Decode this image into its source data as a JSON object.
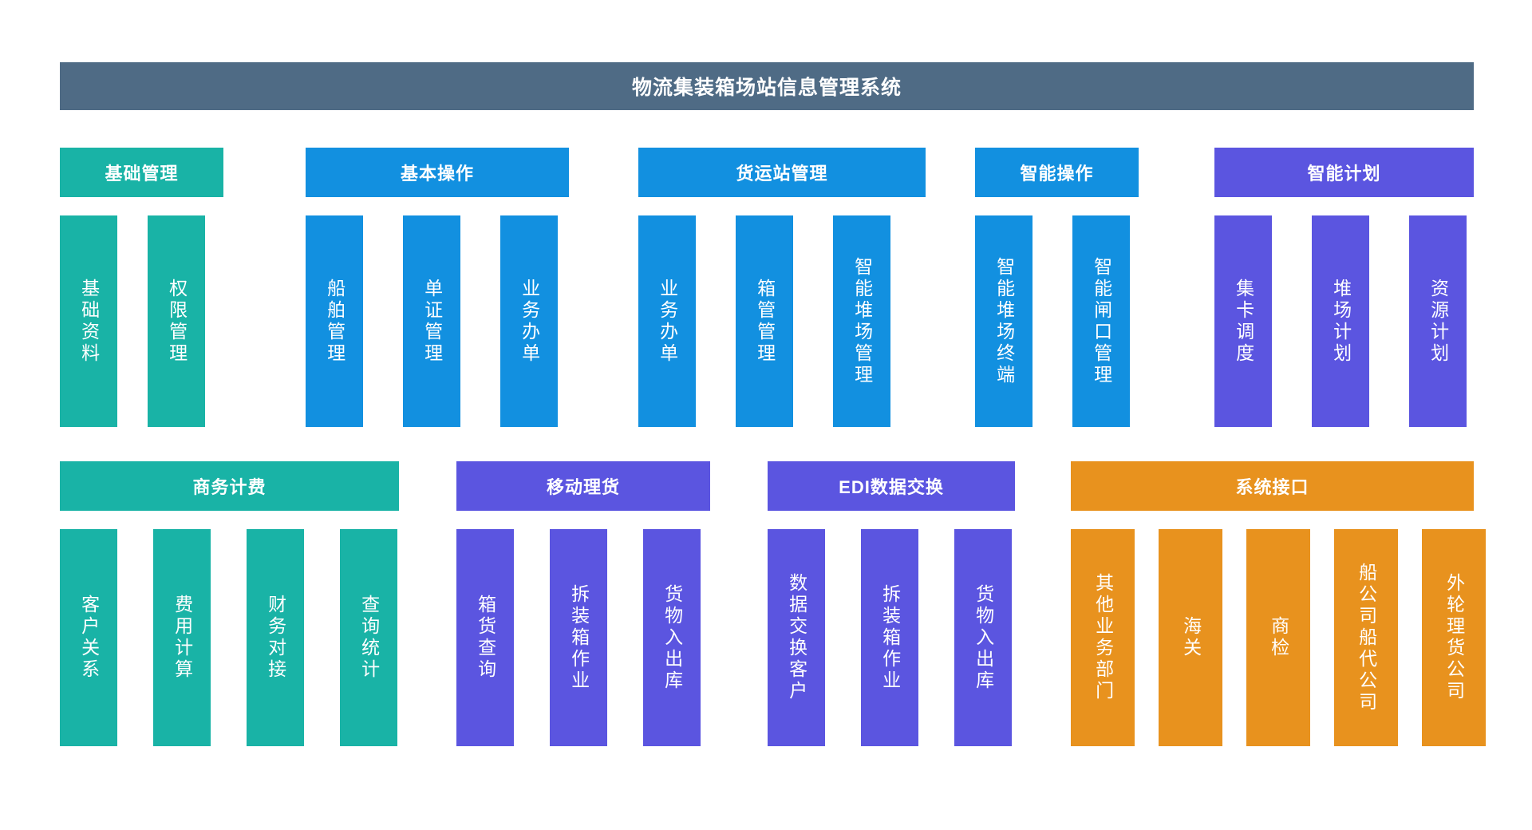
{
  "header": {
    "title": "物流集装箱场站信息管理系统",
    "bg_color": "#4f6b85"
  },
  "colors": {
    "teal": "#19b3a6",
    "blue": "#1290e0",
    "purple": "#5b55e0",
    "orange": "#e8921e",
    "title_bar": "#4f6b85",
    "text": "#ffffff",
    "page_bg": "#ffffff"
  },
  "rows": [
    {
      "groups": [
        {
          "label": "基础管理",
          "color": "teal",
          "items": [
            {
              "label": "基础资料"
            },
            {
              "label": "权限管理"
            }
          ]
        },
        {
          "label": "基本操作",
          "color": "blue",
          "items": [
            {
              "label": "船舶管理"
            },
            {
              "label": "单证管理"
            },
            {
              "label": "业务办单"
            }
          ]
        },
        {
          "label": "货运站管理",
          "color": "blue",
          "items": [
            {
              "label": "业务办单"
            },
            {
              "label": "箱管管理"
            },
            {
              "label": "智能堆场管理"
            }
          ]
        },
        {
          "label": "智能操作",
          "color": "blue",
          "items": [
            {
              "label": "智能堆场终端"
            },
            {
              "label": "智能闸口管理"
            }
          ]
        },
        {
          "label": "智能计划",
          "color": "purple",
          "items": [
            {
              "label": "集卡调度"
            },
            {
              "label": "堆场计划"
            },
            {
              "label": "资源计划"
            }
          ]
        }
      ]
    },
    {
      "groups": [
        {
          "label": "商务计费",
          "color": "teal",
          "items": [
            {
              "label": "客户关系"
            },
            {
              "label": "费用计算"
            },
            {
              "label": "财务对接"
            },
            {
              "label": "查询统计"
            }
          ]
        },
        {
          "label": "移动理货",
          "color": "purple",
          "items": [
            {
              "label": "箱货查询"
            },
            {
              "label": "拆装箱作业"
            },
            {
              "label": "货物入出库"
            }
          ]
        },
        {
          "label": "EDI数据交换",
          "color": "purple",
          "items": [
            {
              "label": "数据交换客户"
            },
            {
              "label": "拆装箱作业"
            },
            {
              "label": "货物入出库"
            }
          ]
        },
        {
          "label": "系统接口",
          "color": "orange",
          "items": [
            {
              "label": "其他业务部门"
            },
            {
              "label": "海关"
            },
            {
              "label": "商检"
            },
            {
              "label": "船公司船代公司"
            },
            {
              "label": "外轮理货公司"
            }
          ]
        }
      ]
    }
  ]
}
